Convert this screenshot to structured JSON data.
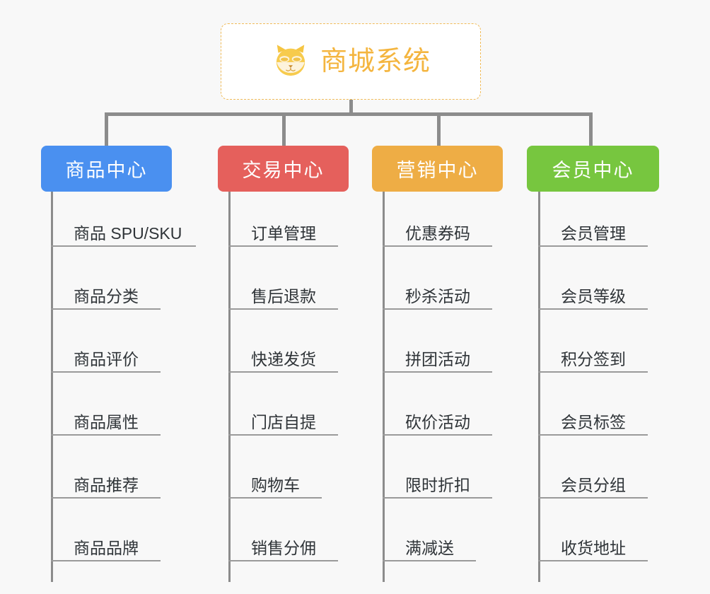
{
  "page": {
    "background_color": "#f8f8f8",
    "diagram_type": "organization-tree"
  },
  "root": {
    "icon": "shiba-dog-face-icon",
    "title": "商城系统",
    "text_color": "#f4b53f",
    "border_color": "#f0bb58",
    "background_color": "#ffffff"
  },
  "connector": {
    "color": "#8c8c8c"
  },
  "columns": [
    {
      "header": "商品中心",
      "color": "#4a90f0",
      "items": [
        "商品 SPU/SKU",
        "商品分类",
        "商品评价",
        "商品属性",
        "商品推荐",
        "商品品牌"
      ]
    },
    {
      "header": "交易中心",
      "color": "#e5605c",
      "items": [
        "订单管理",
        "售后退款",
        "快递发货",
        "门店自提",
        "购物车",
        "销售分佣"
      ]
    },
    {
      "header": "营销中心",
      "color": "#eead45",
      "items": [
        "优惠券码",
        "秒杀活动",
        "拼团活动",
        "砍价活动",
        "限时折扣",
        "满减送"
      ]
    },
    {
      "header": "会员中心",
      "color": "#77c63f",
      "items": [
        "会员管理",
        "会员等级",
        "积分签到",
        "会员标签",
        "会员分组",
        "收货地址"
      ]
    }
  ]
}
